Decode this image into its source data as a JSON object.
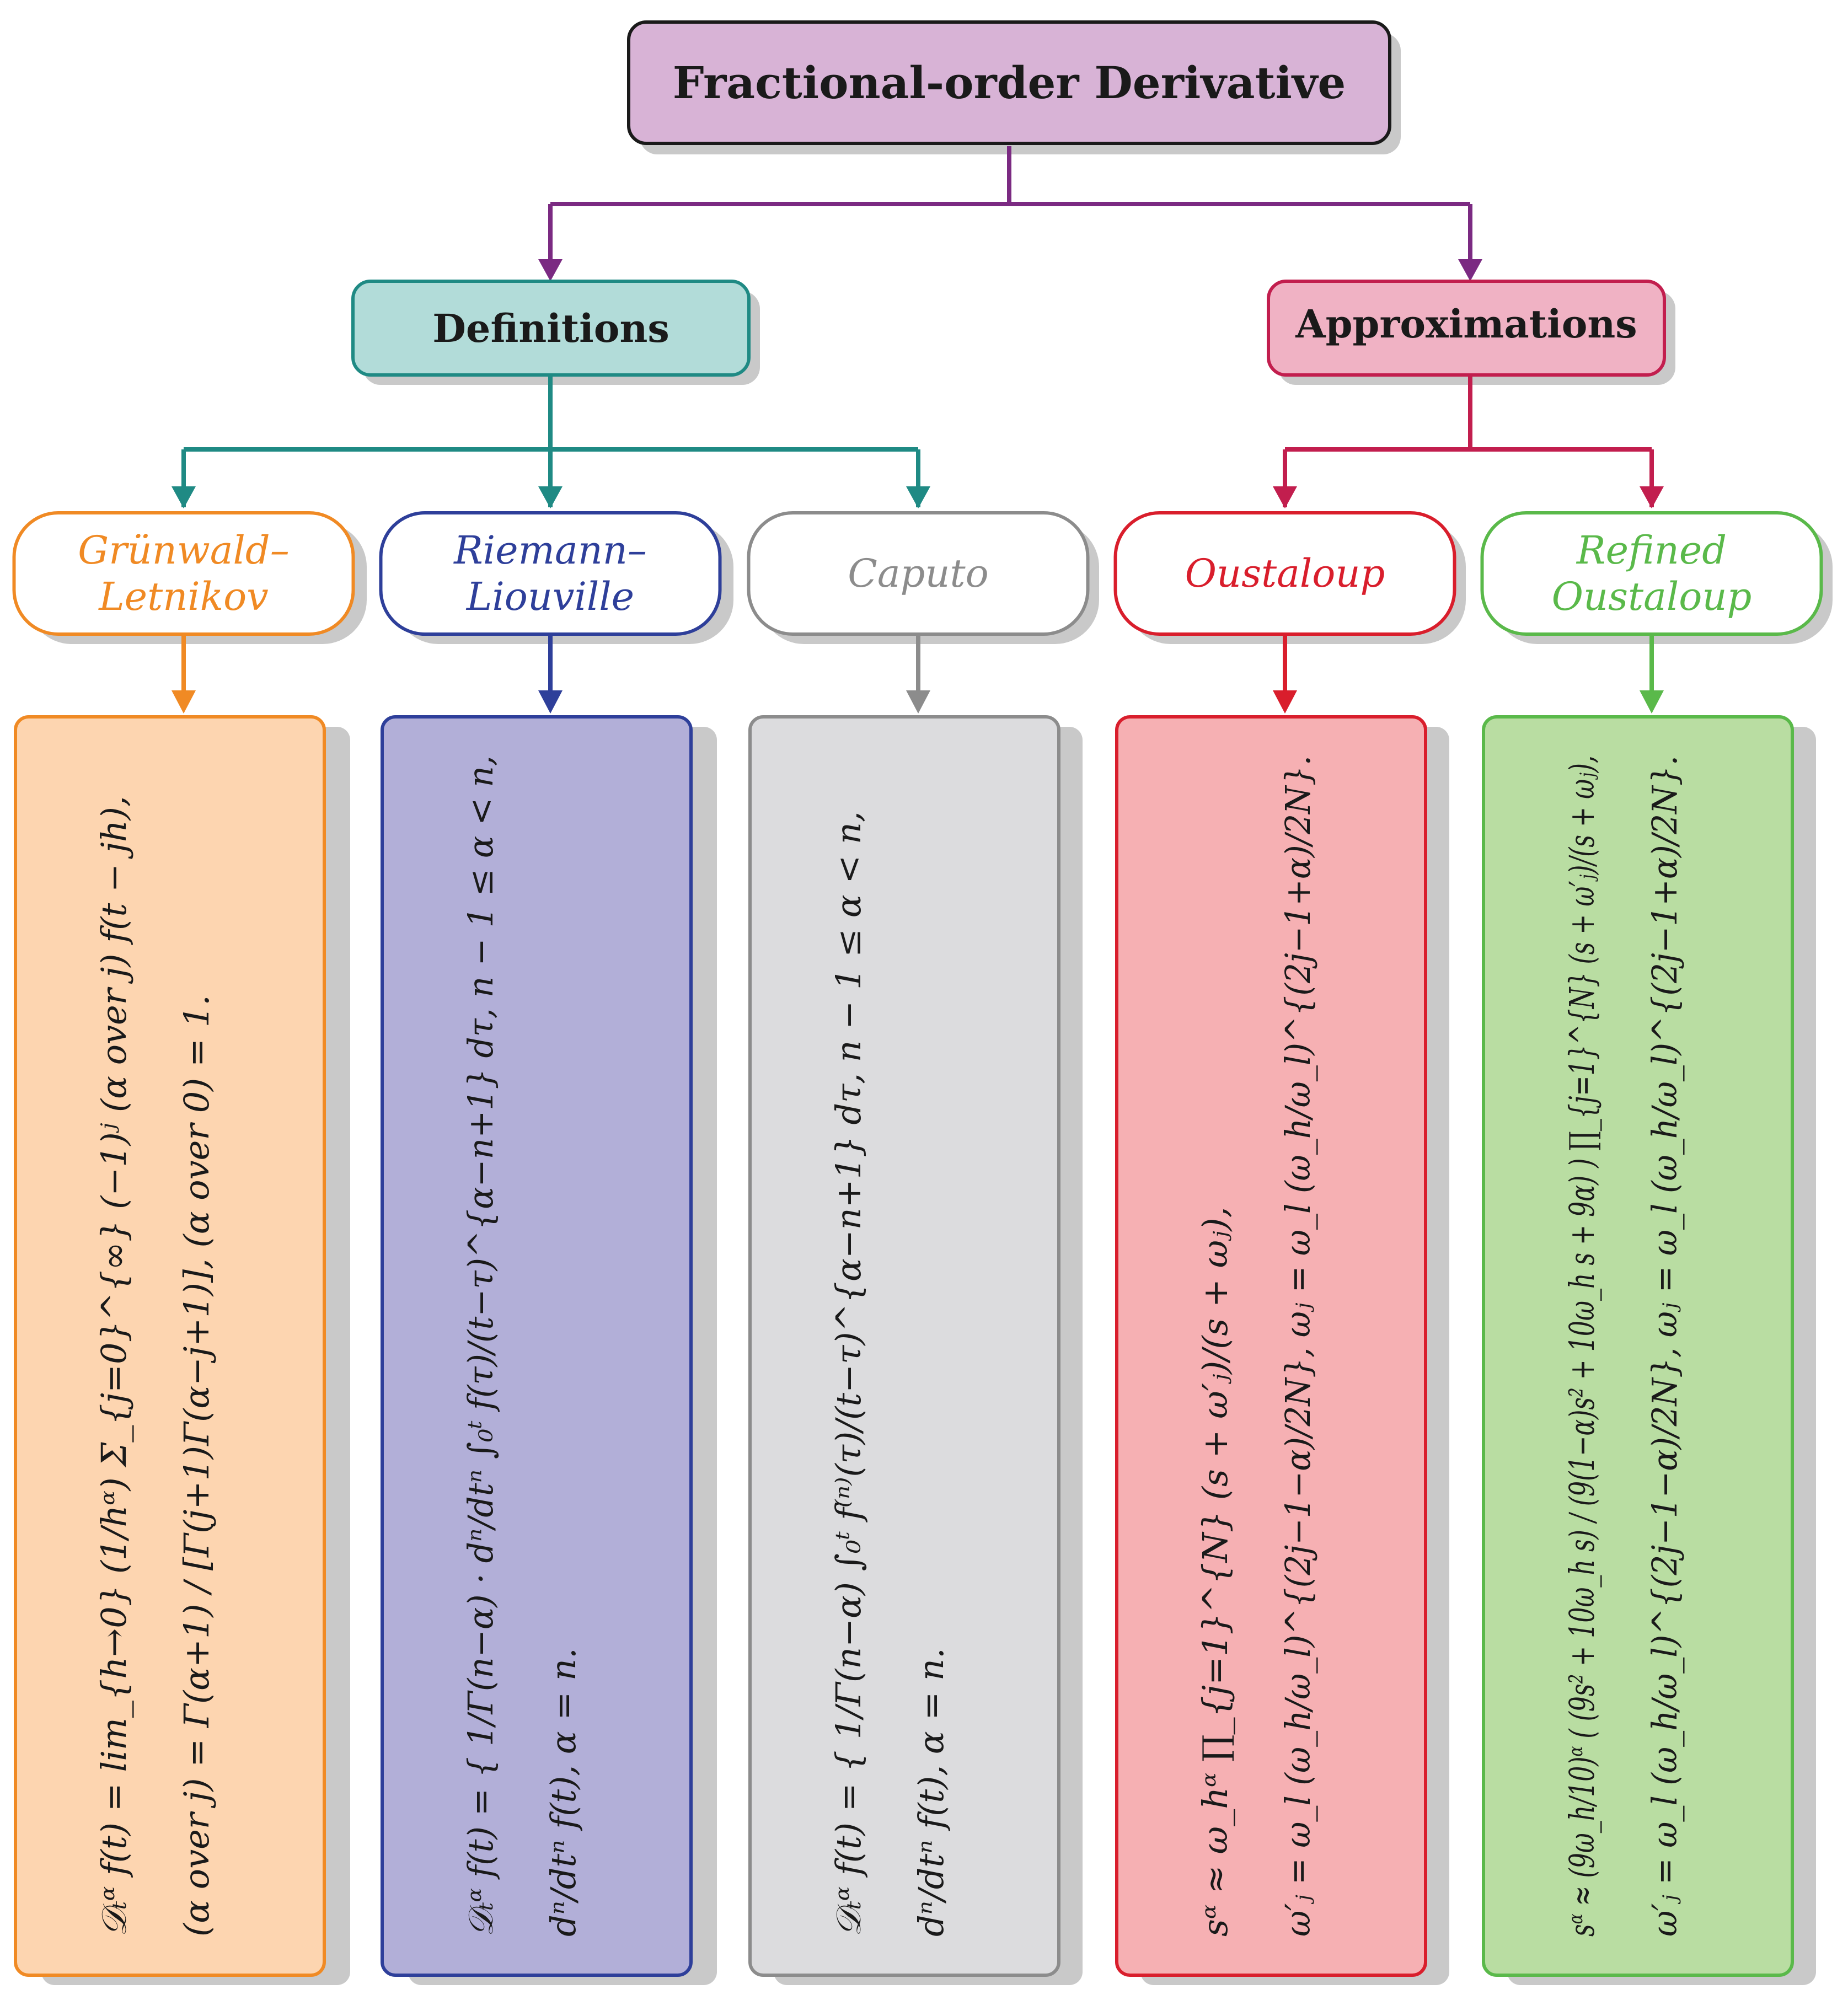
{
  "root": {
    "label": "Fractional-order Derivative",
    "fill": "#d8b3d6",
    "stroke": "#1a1a1a",
    "edge": "#7b2a82"
  },
  "definitions": {
    "label": "Definitions",
    "fill": "#b2dcd9",
    "stroke": "#1f8a84",
    "edge": "#1f8a84"
  },
  "approximations": {
    "label": "Approximations",
    "fill": "#f0b2c4",
    "stroke": "#c21e4e",
    "edge": "#c21e4e"
  },
  "methods": [
    {
      "key": "gl",
      "label_lines": [
        "Grünwald–",
        "Letnikov"
      ],
      "color": "#f08a24",
      "panel_fill": "#fdd5b0",
      "formula_lines": [
        "𝒟ₜᵅ f(t) = lim_{h→0} (1/hᵅ) Σ_{j=0}^{∞} (−1)ʲ (α over j) f(t − jh),",
        "(α over j) = Γ(α+1) / [Γ(j+1)Γ(α−j+1)],   (α over 0) = 1."
      ]
    },
    {
      "key": "rl",
      "label_lines": [
        "Riemann–",
        "Liouville"
      ],
      "color": "#2e3f9a",
      "panel_fill": "#b2afd8",
      "formula_lines": [
        "𝒟ₜᵅ f(t) = { 1/Γ(n−α) · dⁿ/dtⁿ ∫₀ᵗ f(τ)/(t−τ)^{α−n+1} dτ,   n − 1 ≤ α < n,",
        "dⁿ/dtⁿ f(t),   α = n."
      ]
    },
    {
      "key": "caputo",
      "label_lines": [
        "Caputo"
      ],
      "color": "#8c8c8c",
      "panel_fill": "#dcdcde",
      "formula_lines": [
        "𝒟ₜᵅ f(t) = { 1/Γ(n−α) ∫₀ᵗ f⁽ⁿ⁾(τ)/(t−τ)^{α−n+1} dτ,   n − 1 ≤ α < n,",
        "dⁿ/dtⁿ f(t),   α = n."
      ]
    },
    {
      "key": "oustaloup",
      "label_lines": [
        "Oustaloup"
      ],
      "color": "#d91e2c",
      "panel_fill": "#f6b0b3",
      "formula_lines": [
        "sᵅ ≈ ω_hᵅ ∏_{j=1}^{N} (s + ω′ⱼ)/(s + ωⱼ),",
        "ω′ⱼ = ω_l (ω_h/ω_l)^{(2j−1−α)/2N},  ωⱼ = ω_l (ω_h/ω_l)^{(2j−1+α)/2N}."
      ]
    },
    {
      "key": "refined",
      "label_lines": [
        "Refined",
        "Oustaloup"
      ],
      "color": "#5ab94a",
      "panel_fill": "#b9dda2",
      "formula_lines": [
        "sᵅ ≈ (9ω_h/10)ᵅ ( (9s² + 10ω_h s) / (9(1−α)s² + 10ω_h s + 9α) ) ∏_{j=1}^{N} (s + ω′ⱼ)/(s + ωⱼ),",
        "ω′ⱼ = ω_l (ω_h/ω_l)^{(2j−1−α)/2N},  ωⱼ = ω_l (ω_h/ω_l)^{(2j−1+α)/2N}."
      ]
    }
  ]
}
